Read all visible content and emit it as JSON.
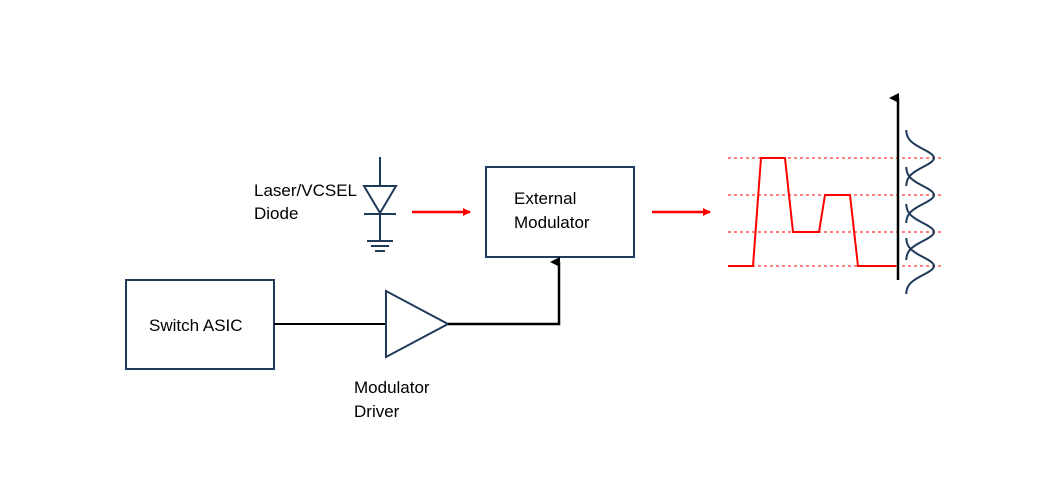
{
  "labels": {
    "laser_line1": "Laser/VCSEL",
    "laser_line2": "Diode",
    "modulator_line1": "External",
    "modulator_line2": "Modulator",
    "switch_asic": "Switch ASIC",
    "driver_line1": "Modulator",
    "driver_line2": "Driver"
  },
  "colors": {
    "box_stroke": "#1f3a5a",
    "signal_red": "#ff0000",
    "wire": "#000000",
    "gaussian": "#1f3a5a"
  }
}
